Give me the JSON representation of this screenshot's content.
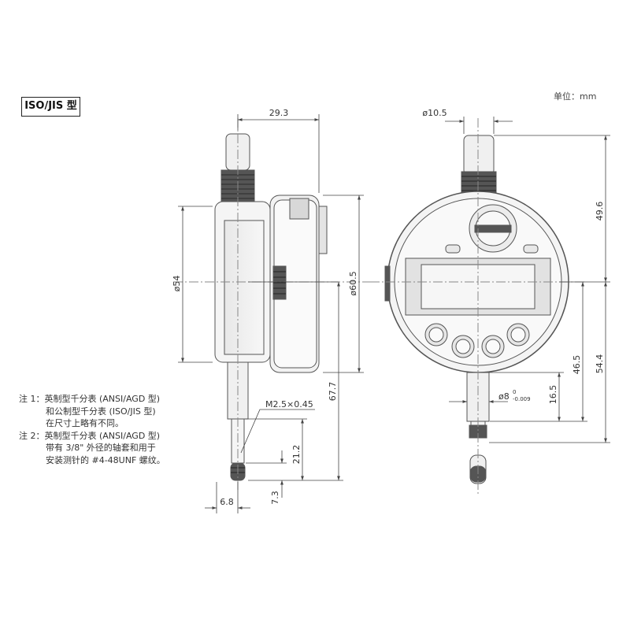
{
  "header": {
    "type_label": "ISO/JIS 型",
    "unit_label": "单位：mm"
  },
  "side_view": {
    "width_dim": "29.3",
    "body_diameter_dim": "ø54",
    "bezel_diameter_dim": "ø60.5",
    "total_height_dim": "67.7",
    "thread_label": "M2.5×0.45",
    "spindle_length_dim": "21.2",
    "contact_point_dim": "7.3",
    "spindle_offset_dim": "6.8"
  },
  "front_view": {
    "cap_diameter_dim": "ø10.5",
    "top_height_dim": "49.6",
    "stem_height_dim": "46.5",
    "spindle_total_dim": "54.4",
    "stem_length_dim": "16.5",
    "stem_diameter_label": "ø8",
    "stem_tolerance_upper": "0",
    "stem_tolerance_lower": "-0.009"
  },
  "notes": [
    "注 1：英制型千分表 (ANSI/AGD 型)",
    "和公制型千分表 (ISO/JIS 型)",
    "在尺寸上略有不同。",
    "注 2：英制型千分表 (ANSI/AGD 型)",
    "带有 3/8\" 外径的轴套和用于",
    "安装测针的 #4-48UNF 螺纹。"
  ]
}
